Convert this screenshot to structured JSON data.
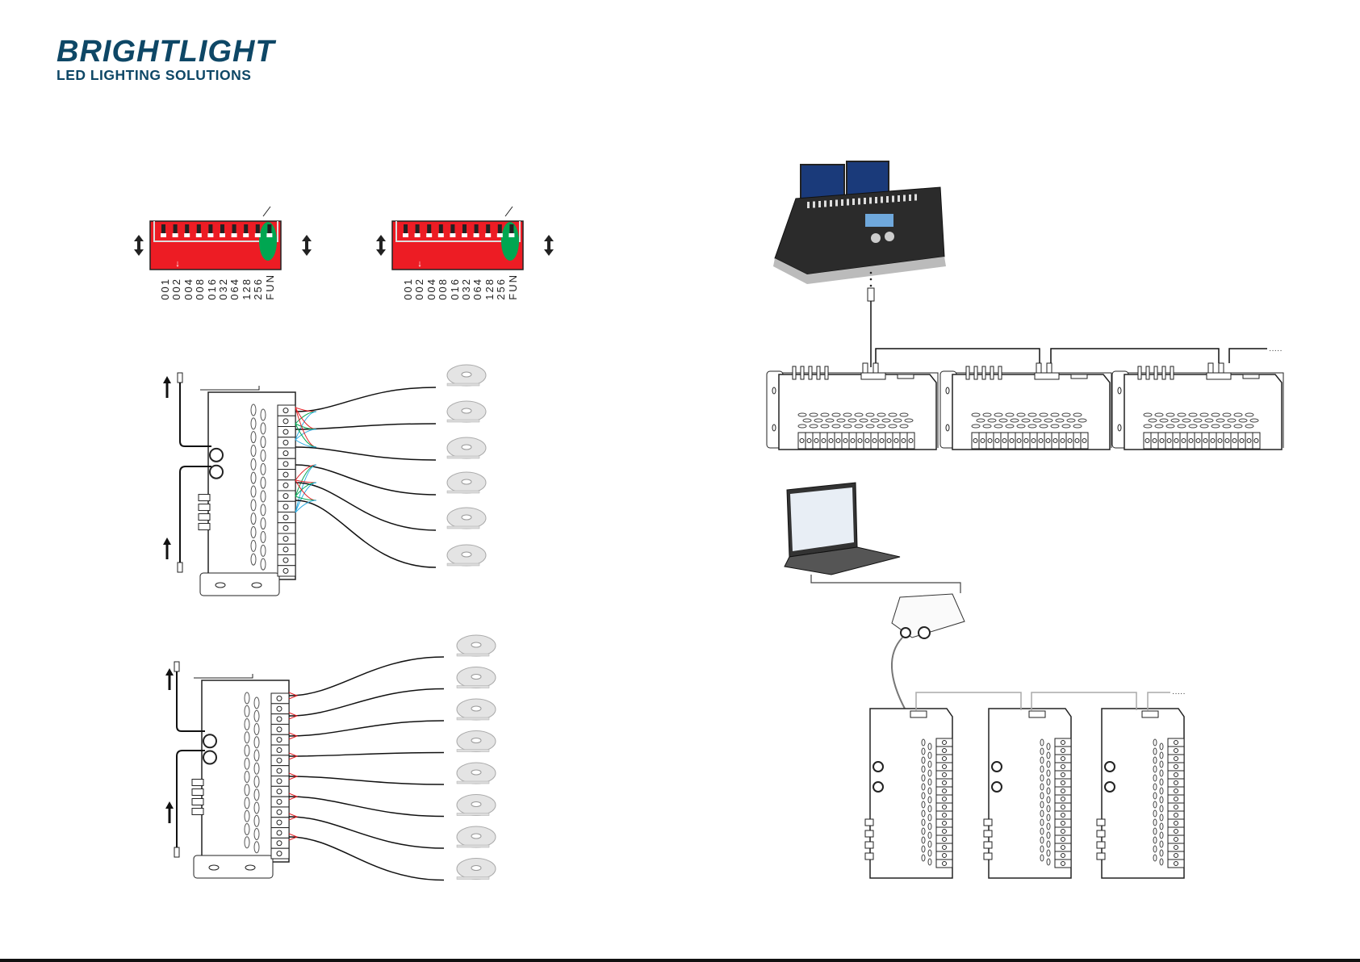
{
  "logo": {
    "name": "BRIGHTLIGHT",
    "tagline": "LED LIGHTING SOLUTIONS",
    "color": "#0e4766"
  },
  "dip_switches": [
    {
      "labels": [
        "001",
        "002",
        "004",
        "008",
        "016",
        "032",
        "064",
        "128",
        "256",
        "FUN"
      ],
      "highlighted": "FUN"
    },
    {
      "labels": [
        "001",
        "002",
        "004",
        "008",
        "016",
        "032",
        "064",
        "128",
        "256",
        "FUN"
      ],
      "highlighted": "FUN"
    }
  ],
  "colors": {
    "dip_body": "#ed1c24",
    "highlight": "#00a651",
    "wire_red": "#e31e24",
    "wire_green": "#00a651",
    "wire_blue": "#29abe2"
  },
  "icons": [
    "dmx-console",
    "dmx-decoder",
    "led-strip-reel",
    "laptop",
    "usb-dmx-interface",
    "xlr-connector",
    "up-arrow-icon",
    "double-arrow-icon"
  ]
}
